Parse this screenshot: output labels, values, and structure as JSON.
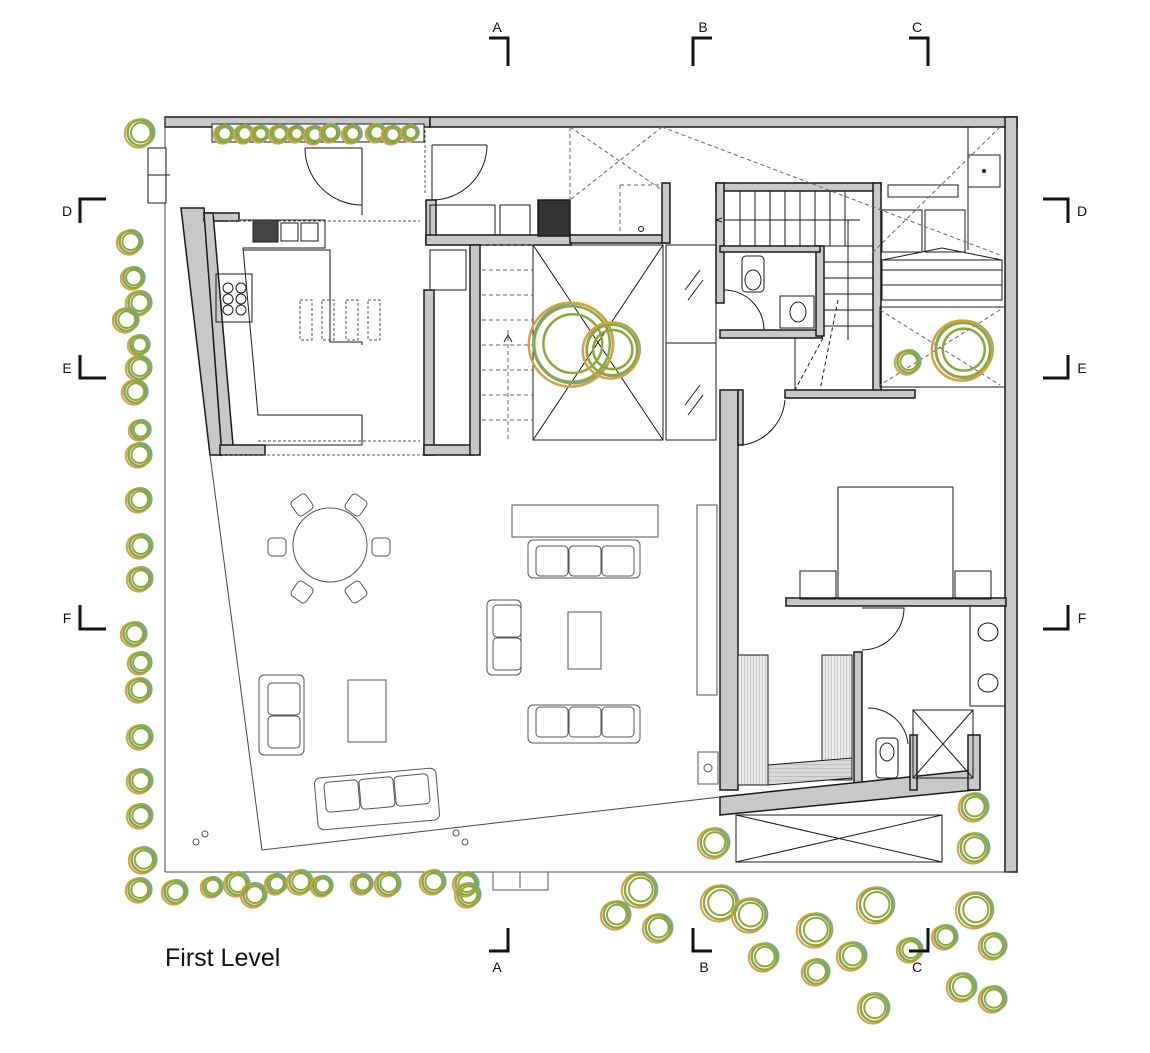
{
  "plan": {
    "title": "First Level",
    "section_marks": {
      "A": "A",
      "B": "B",
      "C": "C",
      "D": "D",
      "E": "E",
      "F": "F"
    }
  },
  "colors": {
    "wall_fill": "#c8c8c8",
    "line": "#1a1a1a",
    "tree_green": "#8aa83a",
    "tree_orange": "#d9a03b",
    "tree_blue": "#6aa7b4"
  },
  "icons": [
    "tree-icon",
    "section-marker-icon",
    "stair-arrow-icon"
  ]
}
